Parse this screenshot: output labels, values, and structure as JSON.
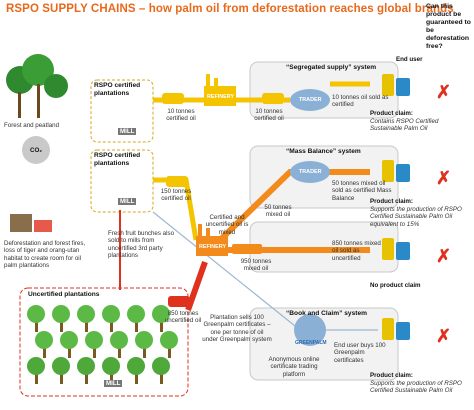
{
  "title": "RSPO SUPPLY CHAINS – how palm oil from deforestation reaches global brands",
  "question": "Can this product be guaranteed to be deforestation free?",
  "end_user": "End user",
  "left": {
    "forest": "Forest and peatland",
    "co2": "CO₂",
    "deforestation": "Deforestation and forest fires, loss of tiger and orang-utan habitat to create room for oil palm plantations"
  },
  "plantations": {
    "certified_1": "RSPO certified plantations",
    "certified_2": "RSPO certified plantations",
    "uncertified": "Uncertified plantations",
    "mill": "MILL"
  },
  "flows": {
    "refinery": "REFINERY",
    "trader": "TRADER",
    "greenpalm": "GREENPALM",
    "f1": "10 tonnes certified oil",
    "f2": "10 tonnes certified oil",
    "f3": "150 tonnes certified oil",
    "f4": "Certified and uncertified oil is mixed",
    "f5": "50 tonnes mixed oil",
    "f6": "950 tonnes mixed oil",
    "f7": "850 tonnes uncertified oil",
    "fresh_fruit": "Fresh fruit bunches also sold to mills from uncertified 3rd party plantations",
    "plantation_sells": "Plantation sells 100 Greenpalm certificates – one per tonne of oil under Greenpalm system",
    "anonymous": "Anonymous online certificate trading platform"
  },
  "systems": [
    {
      "title": "“Segregated supply” system",
      "sold": "10 tonnes oil sold as certified",
      "claim_title": "Product claim:",
      "claim": "Contains RSPO Certified Sustainable Palm Oil",
      "mark": "✗"
    },
    {
      "title": "“Mass Balance” system",
      "sold": "50 tonnes mixed oil sold as certified Mass Balance",
      "claim_title": "Product claim:",
      "claim": "Supports the production of RSPO Certified Sustainable Palm Oil equivalent to 15%",
      "mark": "✗"
    },
    {
      "title": "",
      "sold": "850 tonnes mixed oil sold as uncertified",
      "claim_title": "No product claim",
      "claim": "",
      "mark": "✗"
    },
    {
      "title": "“Book and Claim” system",
      "sold": "End user buys 100 Greenpalm certificates",
      "claim_title": "Product claim:",
      "claim": "Supports the production of RSPO Certified Sustainable Palm Oil",
      "mark": "✗"
    }
  ],
  "colors": {
    "title": "#e8691b",
    "certified_arrow": "#f5c400",
    "mixed_arrow": "#f28a1c",
    "uncertified_arrow": "#e0301e",
    "trader": "#8bb0d6",
    "cross": "#e0301e",
    "dashed": "#d9a61c"
  }
}
